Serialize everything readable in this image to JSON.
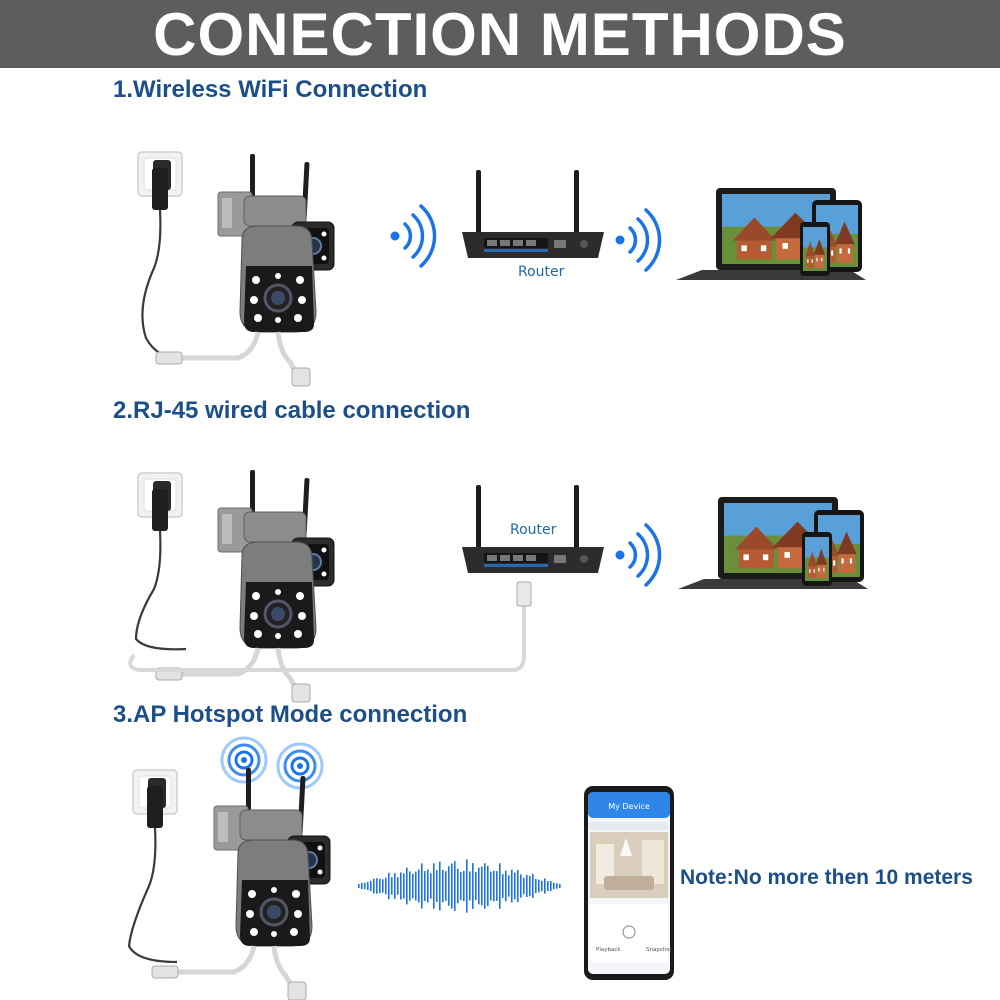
{
  "banner": {
    "title": "CONECTION METHODS"
  },
  "sections": [
    {
      "title": "1.Wireless WiFi Connection",
      "router_label": "Router"
    },
    {
      "title": "2.RJ-45 wired cable connection",
      "router_label": "Router"
    },
    {
      "title": "3.AP Hotspot Mode connection"
    }
  ],
  "note": "Note:No more then 10 meters",
  "phone_app": {
    "header": "My Device",
    "playback_label": "Playback",
    "snapshot_label": "Snapshot"
  },
  "colors": {
    "banner_bg": "#5d5d5d",
    "title_blue": "#1c4f8a",
    "wifi_blue": "#1a73e8",
    "router_label_blue": "#1f6aa5"
  },
  "icons": [
    "power-socket-icon",
    "power-adapter-icon",
    "camera-icon",
    "wifi-waves-icon",
    "router-icon",
    "laptop-icon",
    "tablet-icon",
    "phone-icon",
    "sound-wave-icon",
    "hotspot-signal-icon"
  ]
}
